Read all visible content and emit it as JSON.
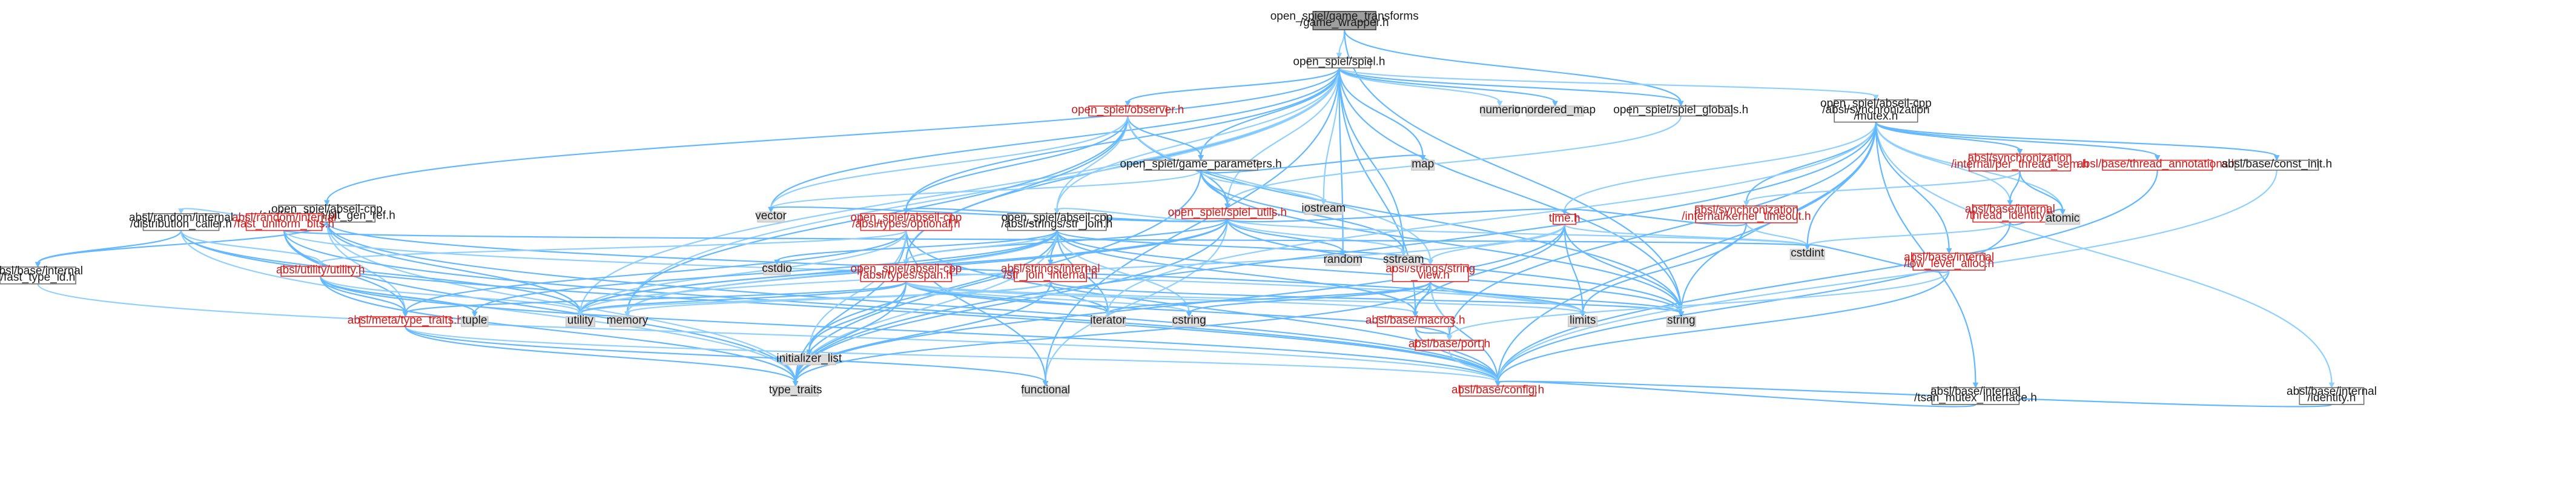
{
  "graph": {
    "colors": {
      "edge": "#63b8ff",
      "edge_secondary": "#8fd0ff",
      "root_fill": "#9e9e9e",
      "node_border": "#6f6f6f",
      "incomplete_border": "#e03030",
      "system_fill": "#dcdcdc"
    },
    "nodes": [
      {
        "id": "root",
        "kind": "root",
        "lines": [
          "open_spiel/game_transforms",
          "/game_wrapper.h"
        ]
      },
      {
        "id": "spiel",
        "kind": "header",
        "lines": [
          "open_spiel/spiel.h"
        ]
      },
      {
        "id": "numeric",
        "kind": "sys",
        "lines": [
          "numeric"
        ]
      },
      {
        "id": "unordered_map",
        "kind": "sys",
        "lines": [
          "unordered_map"
        ]
      },
      {
        "id": "spiel_globals",
        "kind": "header",
        "lines": [
          "open_spiel/spiel_globals.h"
        ]
      },
      {
        "id": "mutex",
        "kind": "header",
        "lines": [
          "open_spiel/abseil-cpp",
          "/absl/synchronization",
          "/mutex.h"
        ]
      },
      {
        "id": "observer",
        "kind": "header-red",
        "lines": [
          "open_spiel/observer.h"
        ]
      },
      {
        "id": "game_parameters",
        "kind": "header",
        "lines": [
          "open_spiel/game_parameters.h"
        ]
      },
      {
        "id": "spiel_utils",
        "kind": "header-red",
        "lines": [
          "open_spiel/spiel_utils.h"
        ]
      },
      {
        "id": "bit_gen_ref",
        "kind": "header",
        "lines": [
          "open_spiel/abseil-cpp",
          "/absl/random/bit_gen_ref.h"
        ]
      },
      {
        "id": "distribution_caller",
        "kind": "header",
        "lines": [
          "absl/random/internal",
          "/distribution_caller.h"
        ]
      },
      {
        "id": "fast_uniform_bits",
        "kind": "header-red",
        "lines": [
          "absl/random/internal",
          "/fast_uniform_bits.h"
        ]
      },
      {
        "id": "fast_type_id",
        "kind": "header",
        "lines": [
          "absl/base/internal",
          "/fast_type_id.h"
        ]
      },
      {
        "id": "utility_h",
        "kind": "header-red",
        "lines": [
          "absl/utility/utility.h"
        ]
      },
      {
        "id": "type_traits_h",
        "kind": "header-red",
        "lines": [
          "absl/meta/type_traits.h"
        ]
      },
      {
        "id": "optional",
        "kind": "header-red",
        "lines": [
          "open_spiel/abseil-cpp",
          "/absl/types/optional.h"
        ]
      },
      {
        "id": "str_join",
        "kind": "header",
        "lines": [
          "open_spiel/abseil-cpp",
          "/absl/strings/str_join.h"
        ]
      },
      {
        "id": "span",
        "kind": "header-red",
        "lines": [
          "open_spiel/abseil-cpp",
          "/absl/types/span.h"
        ]
      },
      {
        "id": "str_join_internal",
        "kind": "header-red",
        "lines": [
          "absl/strings/internal",
          "/str_join_internal.h"
        ]
      },
      {
        "id": "string_view",
        "kind": "header-red",
        "lines": [
          "absl/strings/string",
          "_view.h"
        ]
      },
      {
        "id": "time",
        "kind": "header-red",
        "lines": [
          "time.h"
        ]
      },
      {
        "id": "macros",
        "kind": "header-red",
        "lines": [
          "absl/base/macros.h"
        ]
      },
      {
        "id": "port",
        "kind": "header-red",
        "lines": [
          "absl/base/port.h"
        ]
      },
      {
        "id": "config",
        "kind": "header-red",
        "lines": [
          "absl/base/config.h"
        ]
      },
      {
        "id": "per_thread_sem",
        "kind": "header-red",
        "lines": [
          "absl/synchronization",
          "/internal/per_thread_sem.h"
        ]
      },
      {
        "id": "kernel_timeout",
        "kind": "header-red",
        "lines": [
          "absl/synchronization",
          "/internal/kernel_timeout.h"
        ]
      },
      {
        "id": "thread_identity",
        "kind": "header-red",
        "lines": [
          "absl/base/internal",
          "/thread_identity.h"
        ]
      },
      {
        "id": "thread_annotations",
        "kind": "header-red",
        "lines": [
          "absl/base/thread_annotations.h"
        ]
      },
      {
        "id": "const_init",
        "kind": "header",
        "lines": [
          "absl/base/const_init.h"
        ]
      },
      {
        "id": "low_level_alloc",
        "kind": "header-red",
        "lines": [
          "absl/base/internal",
          "/low_level_alloc.h"
        ]
      },
      {
        "id": "tsan_mutex",
        "kind": "header",
        "lines": [
          "absl/base/internal",
          "/tsan_mutex_interface.h"
        ]
      },
      {
        "id": "identity",
        "kind": "header",
        "lines": [
          "absl/base/internal",
          "/identity.h"
        ]
      },
      {
        "id": "atomic",
        "kind": "sys",
        "lines": [
          "atomic"
        ]
      },
      {
        "id": "cstdint",
        "kind": "sys",
        "lines": [
          "cstdint"
        ]
      },
      {
        "id": "map",
        "kind": "sys",
        "lines": [
          "map"
        ]
      },
      {
        "id": "iostream",
        "kind": "sys",
        "lines": [
          "iostream"
        ]
      },
      {
        "id": "vector",
        "kind": "sys",
        "lines": [
          "vector"
        ]
      },
      {
        "id": "random",
        "kind": "sys",
        "lines": [
          "random"
        ]
      },
      {
        "id": "sstream",
        "kind": "sys",
        "lines": [
          "sstream"
        ]
      },
      {
        "id": "cstdio",
        "kind": "sys",
        "lines": [
          "cstdio"
        ]
      },
      {
        "id": "utility",
        "kind": "sys",
        "lines": [
          "utility"
        ]
      },
      {
        "id": "memory",
        "kind": "sys",
        "lines": [
          "memory"
        ]
      },
      {
        "id": "tuple",
        "kind": "sys",
        "lines": [
          "tuple"
        ]
      },
      {
        "id": "initializer_list",
        "kind": "sys",
        "lines": [
          "initializer_list"
        ]
      },
      {
        "id": "iterator",
        "kind": "sys",
        "lines": [
          "iterator"
        ]
      },
      {
        "id": "cstring",
        "kind": "sys",
        "lines": [
          "cstring"
        ]
      },
      {
        "id": "limits",
        "kind": "sys",
        "lines": [
          "limits"
        ]
      },
      {
        "id": "string",
        "kind": "sys",
        "lines": [
          "string"
        ]
      },
      {
        "id": "type_traits",
        "kind": "sys",
        "lines": [
          "type_traits"
        ]
      },
      {
        "id": "functional",
        "kind": "sys",
        "lines": [
          "functional"
        ]
      }
    ],
    "edges": [
      [
        "root",
        "spiel"
      ],
      [
        "root",
        "spiel_globals"
      ],
      [
        "root",
        "string"
      ],
      [
        "spiel",
        "numeric"
      ],
      [
        "spiel",
        "unordered_map"
      ],
      [
        "spiel",
        "spiel_globals"
      ],
      [
        "spiel",
        "mutex"
      ],
      [
        "spiel",
        "observer"
      ],
      [
        "spiel",
        "game_parameters"
      ],
      [
        "spiel",
        "spiel_utils"
      ],
      [
        "spiel",
        "bit_gen_ref"
      ],
      [
        "spiel",
        "optional"
      ],
      [
        "spiel",
        "str_join"
      ],
      [
        "spiel",
        "span"
      ],
      [
        "spiel",
        "map"
      ],
      [
        "spiel",
        "iostream"
      ],
      [
        "spiel",
        "random"
      ],
      [
        "spiel",
        "sstream"
      ],
      [
        "spiel",
        "memory"
      ],
      [
        "spiel",
        "functional"
      ],
      [
        "spiel",
        "string"
      ],
      [
        "spiel",
        "utility"
      ],
      [
        "spiel",
        "vector"
      ],
      [
        "spiel",
        "macros"
      ],
      [
        "spiel_globals",
        "spiel_utils"
      ],
      [
        "observer",
        "game_parameters"
      ],
      [
        "observer",
        "spiel_utils"
      ],
      [
        "observer",
        "str_join"
      ],
      [
        "observer",
        "optional"
      ],
      [
        "observer",
        "span"
      ],
      [
        "observer",
        "vector"
      ],
      [
        "observer",
        "string"
      ],
      [
        "observer",
        "memory"
      ],
      [
        "observer",
        "string_view"
      ],
      [
        "game_parameters",
        "spiel_utils"
      ],
      [
        "game_parameters",
        "map"
      ],
      [
        "game_parameters",
        "iostream"
      ],
      [
        "game_parameters",
        "sstream"
      ],
      [
        "game_parameters",
        "string"
      ],
      [
        "game_parameters",
        "vector"
      ],
      [
        "game_parameters",
        "type_traits"
      ],
      [
        "spiel_utils",
        "optional"
      ],
      [
        "spiel_utils",
        "str_join"
      ],
      [
        "spiel_utils",
        "span"
      ],
      [
        "spiel_utils",
        "random"
      ],
      [
        "spiel_utils",
        "sstream"
      ],
      [
        "spiel_utils",
        "vector"
      ],
      [
        "spiel_utils",
        "string"
      ],
      [
        "spiel_utils",
        "cstdint"
      ],
      [
        "spiel_utils",
        "memory"
      ],
      [
        "spiel_utils",
        "utility"
      ],
      [
        "spiel_utils",
        "functional"
      ],
      [
        "spiel_utils",
        "type_traits"
      ],
      [
        "spiel_utils",
        "time"
      ],
      [
        "bit_gen_ref",
        "distribution_caller"
      ],
      [
        "bit_gen_ref",
        "fast_uniform_bits"
      ],
      [
        "bit_gen_ref",
        "fast_type_id"
      ],
      [
        "bit_gen_ref",
        "type_traits_h"
      ],
      [
        "bit_gen_ref",
        "config"
      ],
      [
        "bit_gen_ref",
        "limits"
      ],
      [
        "bit_gen_ref",
        "type_traits"
      ],
      [
        "bit_gen_ref",
        "utility"
      ],
      [
        "distribution_caller",
        "fast_type_id"
      ],
      [
        "distribution_caller",
        "utility_h"
      ],
      [
        "distribution_caller",
        "config"
      ],
      [
        "distribution_caller",
        "utility"
      ],
      [
        "distribution_caller",
        "type_traits"
      ],
      [
        "fast_uniform_bits",
        "config"
      ],
      [
        "fast_uniform_bits",
        "type_traits_h"
      ],
      [
        "fast_uniform_bits",
        "limits"
      ],
      [
        "fast_uniform_bits",
        "type_traits"
      ],
      [
        "fast_uniform_bits",
        "cstdint"
      ],
      [
        "fast_type_id",
        "config"
      ],
      [
        "utility_h",
        "type_traits_h"
      ],
      [
        "utility_h",
        "config"
      ],
      [
        "utility_h",
        "utility"
      ],
      [
        "utility_h",
        "tuple"
      ],
      [
        "utility_h",
        "type_traits"
      ],
      [
        "type_traits_h",
        "config"
      ],
      [
        "type_traits_h",
        "type_traits"
      ],
      [
        "type_traits_h",
        "functional"
      ],
      [
        "optional",
        "utility_h"
      ],
      [
        "optional",
        "type_traits_h"
      ],
      [
        "optional",
        "config"
      ],
      [
        "optional",
        "utility"
      ],
      [
        "optional",
        "functional"
      ],
      [
        "optional",
        "type_traits"
      ],
      [
        "optional",
        "initializer_list"
      ],
      [
        "str_join",
        "str_join_internal"
      ],
      [
        "str_join",
        "string_view"
      ],
      [
        "str_join",
        "span"
      ],
      [
        "str_join",
        "macros"
      ],
      [
        "str_join",
        "cstdio"
      ],
      [
        "str_join",
        "cstring"
      ],
      [
        "str_join",
        "initializer_list"
      ],
      [
        "str_join",
        "iterator"
      ],
      [
        "str_join",
        "memory"
      ],
      [
        "str_join",
        "string"
      ],
      [
        "str_join",
        "tuple"
      ],
      [
        "str_join",
        "type_traits"
      ],
      [
        "str_join",
        "utility"
      ],
      [
        "str_join_internal",
        "iterator"
      ],
      [
        "str_join_internal",
        "memory"
      ],
      [
        "str_join_internal",
        "string"
      ],
      [
        "str_join_internal",
        "type_traits"
      ],
      [
        "str_join_internal",
        "utility"
      ],
      [
        "span",
        "type_traits_h"
      ],
      [
        "span",
        "port"
      ],
      [
        "span",
        "macros"
      ],
      [
        "span",
        "initializer_list"
      ],
      [
        "span",
        "iterator"
      ],
      [
        "span",
        "cstring"
      ],
      [
        "span",
        "utility"
      ],
      [
        "span",
        "type_traits"
      ],
      [
        "span",
        "limits"
      ],
      [
        "string_view",
        "config"
      ],
      [
        "string_view",
        "macros"
      ],
      [
        "string_view",
        "port"
      ],
      [
        "string_view",
        "iterator"
      ],
      [
        "string_view",
        "cstring"
      ],
      [
        "string_view",
        "limits"
      ],
      [
        "string_view",
        "string"
      ],
      [
        "string_view",
        "type_traits"
      ],
      [
        "time",
        "cstdint"
      ],
      [
        "time",
        "limits"
      ],
      [
        "time",
        "string"
      ],
      [
        "time",
        "string_view"
      ],
      [
        "time",
        "macros"
      ],
      [
        "time",
        "type_traits"
      ],
      [
        "time",
        "utility"
      ],
      [
        "macros",
        "port"
      ],
      [
        "macros",
        "config"
      ],
      [
        "port",
        "config"
      ],
      [
        "mutex",
        "thread_annotations"
      ],
      [
        "mutex",
        "const_init"
      ],
      [
        "mutex",
        "identity"
      ],
      [
        "mutex",
        "per_thread_sem"
      ],
      [
        "mutex",
        "kernel_timeout"
      ],
      [
        "mutex",
        "thread_identity"
      ],
      [
        "mutex",
        "low_level_alloc"
      ],
      [
        "mutex",
        "tsan_mutex"
      ],
      [
        "mutex",
        "atomic"
      ],
      [
        "mutex",
        "cstdint"
      ],
      [
        "mutex",
        "string"
      ],
      [
        "mutex",
        "time"
      ],
      [
        "mutex",
        "port"
      ],
      [
        "mutex",
        "config"
      ],
      [
        "mutex",
        "iterator"
      ],
      [
        "mutex",
        "type_traits"
      ],
      [
        "per_thread_sem",
        "thread_identity"
      ],
      [
        "per_thread_sem",
        "kernel_timeout"
      ],
      [
        "per_thread_sem",
        "atomic"
      ],
      [
        "kernel_timeout",
        "time"
      ],
      [
        "kernel_timeout",
        "cstdint"
      ],
      [
        "kernel_timeout",
        "limits"
      ],
      [
        "thread_identity",
        "atomic"
      ],
      [
        "thread_identity",
        "cstdint"
      ],
      [
        "thread_identity",
        "config"
      ],
      [
        "thread_annotations",
        "config"
      ],
      [
        "const_init",
        "config"
      ],
      [
        "low_level_alloc",
        "cstdint"
      ],
      [
        "low_level_alloc",
        "config"
      ],
      [
        "low_level_alloc",
        "port"
      ],
      [
        "tsan_mutex",
        "config"
      ],
      [
        "identity",
        "config"
      ]
    ]
  }
}
